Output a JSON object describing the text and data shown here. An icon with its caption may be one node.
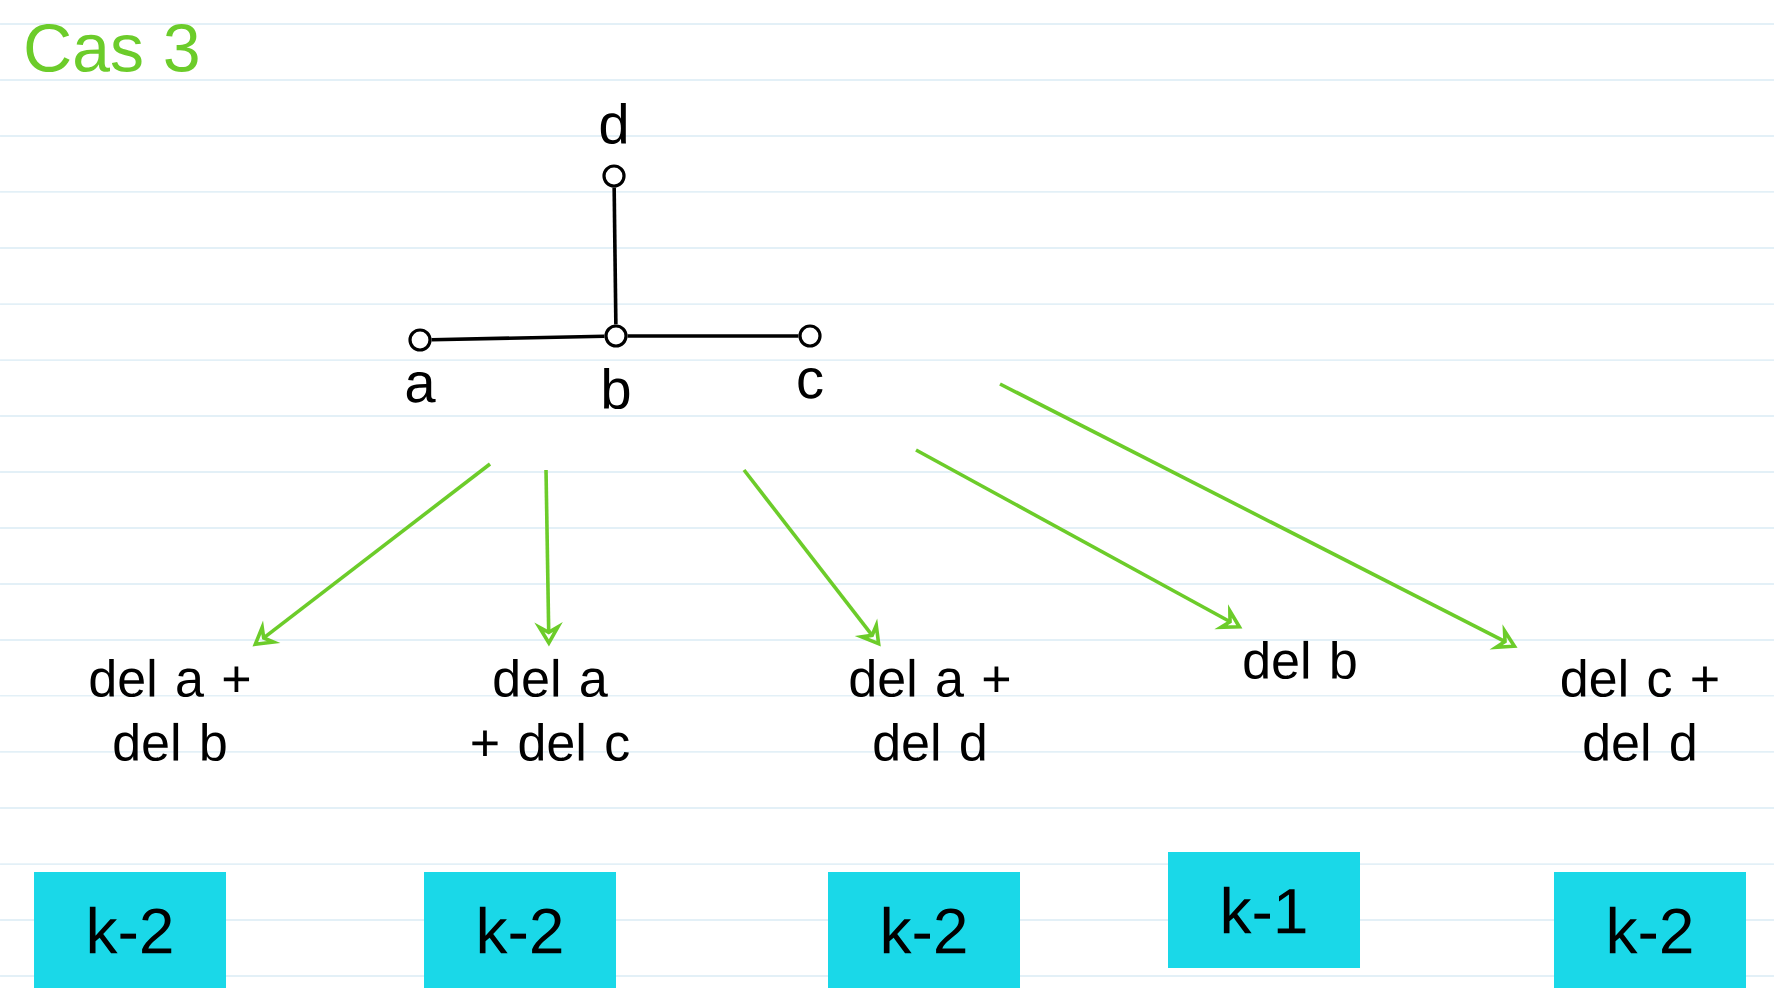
{
  "diagram": {
    "title": "Cas 3",
    "nodes": [
      {
        "text": [
          "d"
        ]
      },
      {
        "text": [
          "a"
        ]
      },
      {
        "text": [
          "b"
        ]
      },
      {
        "text": [
          "c"
        ]
      },
      {
        "text": [
          "del a + del b"
        ]
      },
      {
        "text": [
          "del a + del c"
        ]
      },
      {
        "text": [
          "del a + del d"
        ]
      },
      {
        "text": [
          "del b"
        ]
      },
      {
        "text": [
          "del c + del d"
        ]
      },
      {
        "text": [
          "k-2"
        ]
      },
      {
        "text": [
          "k-2"
        ]
      },
      {
        "text": [
          "k-2"
        ]
      },
      {
        "text": [
          "k-1"
        ]
      },
      {
        "text": [
          "k-2"
        ]
      }
    ],
    "edges": [
      {
        "from": 0,
        "to": 2,
        "arrow": "none",
        "color": "#000000"
      },
      {
        "from": 1,
        "to": 2,
        "arrow": "none",
        "color": "#000000"
      },
      {
        "from": 2,
        "to": 3,
        "arrow": "none",
        "color": "#000000"
      },
      {
        "from": null,
        "to": 4,
        "arrow": "to"
      },
      {
        "from": null,
        "to": 5,
        "arrow": "to"
      },
      {
        "from": null,
        "to": 6,
        "arrow": "to"
      },
      {
        "from": null,
        "to": 7,
        "arrow": "to"
      },
      {
        "from": null,
        "to": 8,
        "arrow": "to"
      }
    ]
  }
}
